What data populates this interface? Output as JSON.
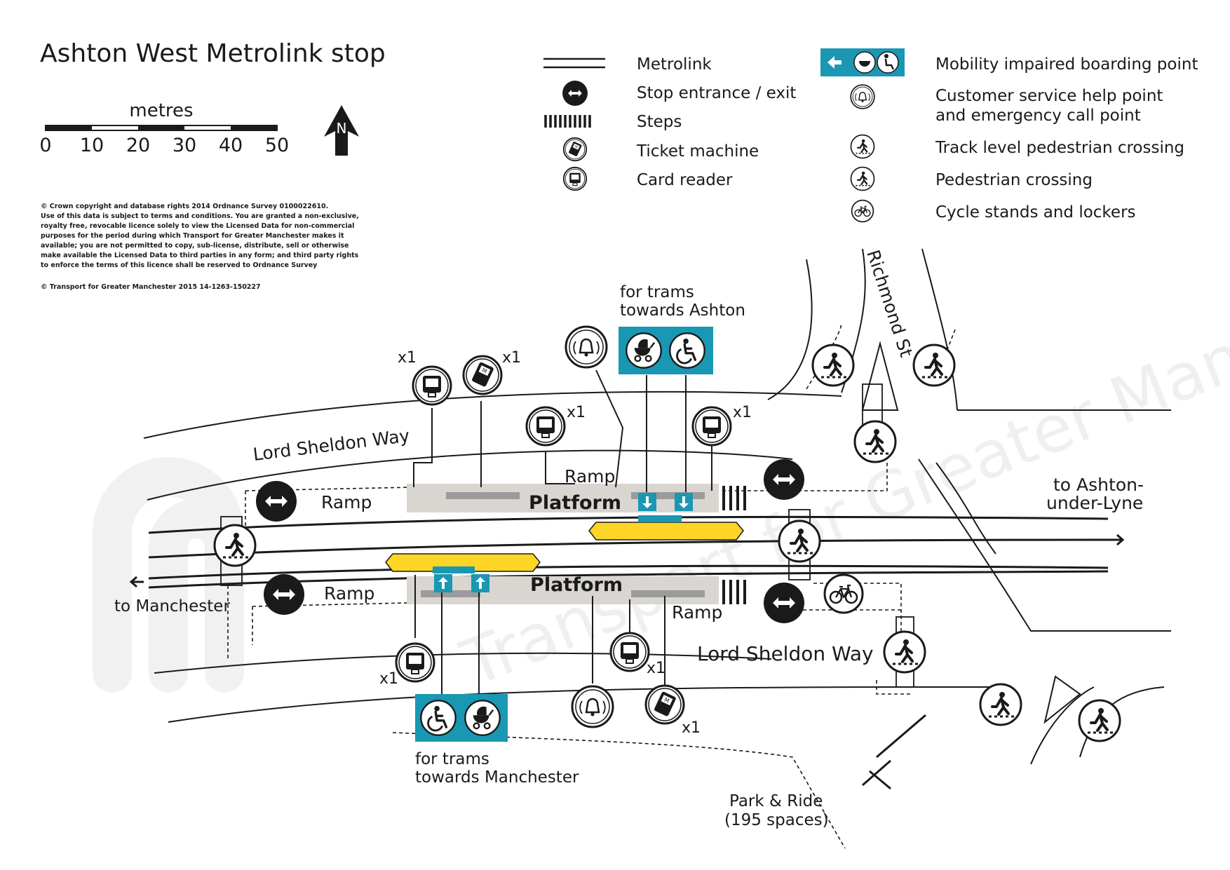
{
  "title": "Ashton West Metrolink stop",
  "scale": {
    "unit": "metres",
    "ticks": [
      "0",
      "10",
      "20",
      "30",
      "40",
      "50"
    ]
  },
  "north_label": "N",
  "copyright": [
    "© Crown copyright and database rights 2014 Ordnance Survey 0100022610.",
    "Use of this data is subject to terms and conditions. You are granted a non-exclusive,",
    "royalty free, revocable licence solely to view the Licensed Data for non-commercial",
    "purposes for the period during which Transport for Greater Manchester makes it",
    "available; you are not permitted to copy, sub-license, distribute, sell or otherwise",
    "make available the Licensed Data to third parties in any form; and third party rights",
    "to enforce the terms of this licence shall be reserved to Ordnance Survey"
  ],
  "tfgm_credit": "© Transport for Greater Manchester 2015  14-1263-150227",
  "legend": {
    "left": [
      {
        "icon": "metrolink-line-icon",
        "label": "Metrolink"
      },
      {
        "icon": "stop-entrance-exit-icon",
        "label": "Stop entrance / exit"
      },
      {
        "icon": "steps-icon",
        "label": "Steps"
      },
      {
        "icon": "ticket-machine-icon",
        "label": "Ticket machine"
      },
      {
        "icon": "card-reader-icon",
        "label": "Card reader"
      }
    ],
    "right": [
      {
        "icon": "mobility-boarding-point-icon",
        "label": "Mobility impaired boarding point"
      },
      {
        "icon": "help-point-icon",
        "label": "Customer service help point",
        "label2": "and emergency call point"
      },
      {
        "icon": "track-crossing-icon",
        "label": "Track level pedestrian crossing"
      },
      {
        "icon": "pedestrian-crossing-icon",
        "label": "Pedestrian crossing"
      },
      {
        "icon": "cycle-stands-icon",
        "label": "Cycle stands and lockers"
      }
    ]
  },
  "map": {
    "road_north": "Lord Sheldon Way",
    "road_south": "Lord Sheldon Way",
    "richmond": "Richmond St",
    "platform_north": "Platform",
    "platform_south": "Platform",
    "ramp": "Ramp",
    "to_ashton_1": "to Ashton-",
    "to_ashton_2": "under-Lyne",
    "to_manchester": "to Manchester",
    "trams_ashton_1": "for trams",
    "trams_ashton_2": "towards Ashton",
    "trams_manchester_1": "for trams",
    "trams_manchester_2": "towards Manchester",
    "park_ride_1": "Park & Ride",
    "park_ride_2": "(195 spaces)",
    "count_x1": "x1",
    "watermark": "Transport for Greater Manchester"
  },
  "colors": {
    "accent_teal": "#1a97b3",
    "tram_yellow": "#fcd526",
    "platform_grey": "#d9d6d1",
    "seat_grey": "#9b9b9b",
    "ink": "#1a1a1a",
    "watermark": "#f0f0f0"
  }
}
